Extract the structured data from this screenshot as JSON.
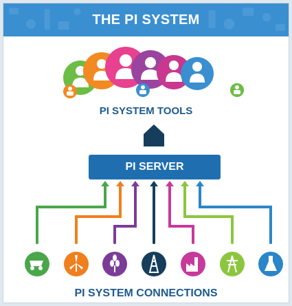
{
  "banner": {
    "title": "THE PI SYSTEM"
  },
  "tools": {
    "label": "PI SYSTEM TOOLS"
  },
  "server": {
    "label": "PI SERVER"
  },
  "connections": {
    "label": "PI SYSTEM CONNECTIONS",
    "items": [
      {
        "icon": "mining-truck-icon",
        "color": "#4aa64a"
      },
      {
        "icon": "wind-turbine-icon",
        "color": "#f07f1d"
      },
      {
        "icon": "wheat-icon",
        "color": "#7b3c98"
      },
      {
        "icon": "oil-well-icon",
        "color": "#163e5c"
      },
      {
        "icon": "factory-icon",
        "color": "#c7399b"
      },
      {
        "icon": "power-tower-icon",
        "color": "#8cc63f"
      },
      {
        "icon": "flask-icon",
        "color": "#2b86c9"
      }
    ]
  },
  "colors": {
    "banner": "#3a8fd1",
    "server": "#1f6fb0",
    "text": "#1c5a8f"
  }
}
